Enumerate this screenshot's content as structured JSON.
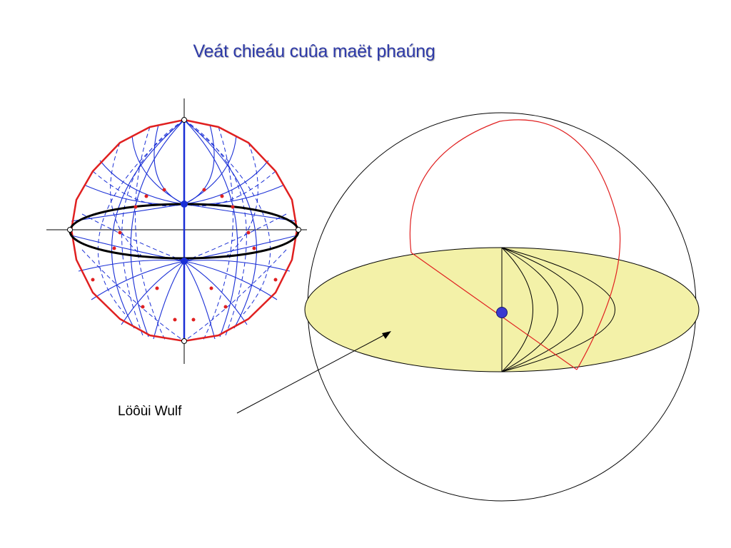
{
  "title": "Veát chieáu cuûa maët phaúng",
  "labels": {
    "wulf_net": "Löôùi Wulf"
  },
  "colors": {
    "title": "#2e3aa8",
    "net_circle": "#e02020",
    "net_meridians": "#1a2fd6",
    "primitive_ellipse": "#000000",
    "projection_disc": "#f3f1a8",
    "great_circle": "#e02020",
    "pole_point": "#3a3ad0"
  },
  "icons": [
    "stereonet-diagram",
    "sphere-projection-diagram",
    "pointer-arrow"
  ]
}
